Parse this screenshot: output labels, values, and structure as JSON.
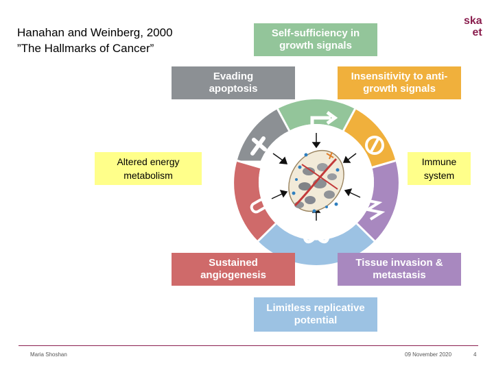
{
  "title": {
    "line1": "Hanahan and Weinberg, 2000",
    "line2": "”The Hallmarks of Cancer”"
  },
  "logo": {
    "line1": "ska",
    "line2": "et"
  },
  "hallmarks": {
    "top": "Self-sufficiency in growth signals",
    "top_right": "Insensitivity to anti-growth signals",
    "top_left": "Evading apoptosis",
    "bottom_left": "Sustained angiogenesis",
    "bottom_right": "Tissue invasion & metastasis",
    "bottom": "Limitless replicative potential"
  },
  "emerging": {
    "left": "Altered energy metabolism",
    "right": "Immune system"
  },
  "colors": {
    "green": "#93c59a",
    "orange": "#f0b03c",
    "gray": "#8c9094",
    "red": "#cf6a6a",
    "purple": "#a888bf",
    "blue": "#9cc2e3",
    "yellow": "#ffff8a",
    "brand": "#8a1e4e"
  },
  "footer": {
    "author": "Maria Shoshan",
    "date": "09 November 2020",
    "page": "4"
  }
}
